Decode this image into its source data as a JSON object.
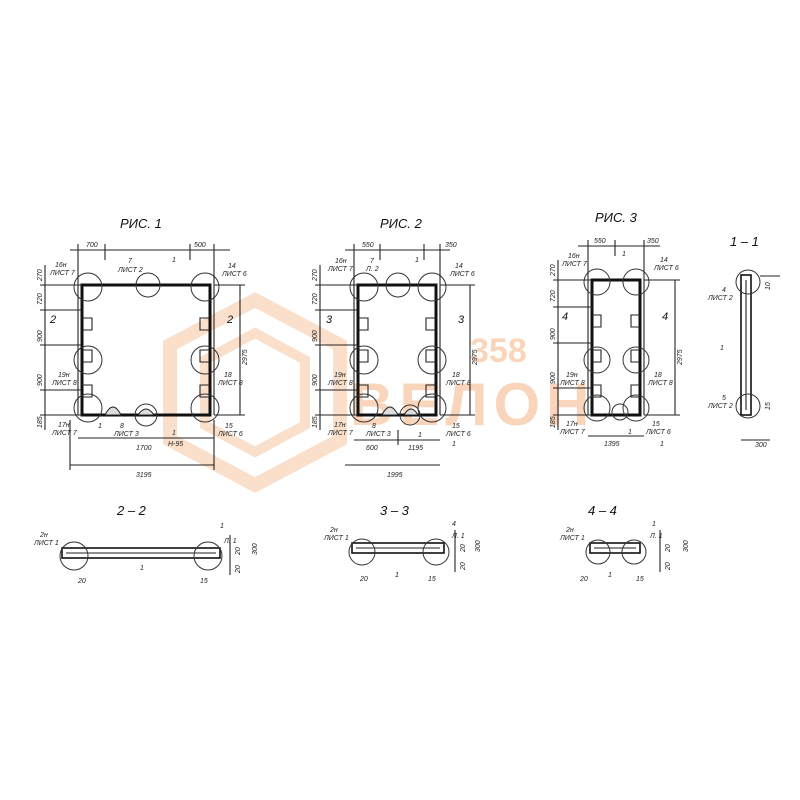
{
  "watermark": {
    "number": "358",
    "word": "ВЕЛОН",
    "color": "#f2a36b"
  },
  "fig1": {
    "title": "РИС. 1",
    "dims_top": [
      "700",
      "500"
    ],
    "dims_left": [
      "270",
      "720",
      "900",
      "900",
      "185"
    ],
    "dim_right": "2975",
    "dims_bottom": [
      "1700",
      "3195"
    ],
    "marks": [
      "16н",
      "ЛИСТ 7",
      "7",
      "ЛИСТ 2",
      "1",
      "14",
      "ЛИСТ 6",
      "2",
      "2",
      "19н",
      "ЛИСТ 8",
      "18",
      "ЛИСТ 8",
      "17н",
      "ЛИСТ 7",
      "1",
      "8",
      "ЛИСТ 3",
      "15",
      "ЛИСТ 6",
      "1",
      "Н-95"
    ]
  },
  "fig2": {
    "title": "РИС. 2",
    "dims_top": [
      "550",
      "350"
    ],
    "dims_left": [
      "270",
      "720",
      "900",
      "900",
      "185"
    ],
    "dim_right": "2975",
    "dims_bottom": [
      "600",
      "1195",
      "1995"
    ],
    "marks": [
      "16н",
      "ЛИСТ 7",
      "7",
      "Л. 2",
      "1",
      "14",
      "ЛИСТ 6",
      "3",
      "3",
      "19н",
      "ЛИСТ 8",
      "18",
      "ЛИСТ 8",
      "17н",
      "ЛИСТ 7",
      "8",
      "ЛИСТ 3",
      "15",
      "ЛИСТ 6",
      "1",
      "1"
    ]
  },
  "fig3": {
    "title": "РИС. 3",
    "dims_top": [
      "550",
      "350"
    ],
    "dims_left": [
      "270",
      "720",
      "900",
      "900",
      "185"
    ],
    "dim_right": "2975",
    "dims_bottom": [
      "1395"
    ],
    "marks": [
      "16н",
      "ЛИСТ 7",
      "1",
      "14",
      "ЛИСТ 6",
      "4",
      "4",
      "19н",
      "ЛИСТ 8",
      "18",
      "ЛИСТ 8",
      "17н",
      "ЛИСТ 7",
      "15",
      "ЛИСТ 6",
      "1",
      "1"
    ]
  },
  "sec11": {
    "title": "1 – 1",
    "marks": [
      "4",
      "ЛИСТ 2",
      "10",
      "1",
      "5",
      "ЛИСТ 2",
      "15"
    ],
    "dim": "300"
  },
  "sec22": {
    "title": "2 – 2",
    "marks": [
      "2н",
      "ЛИСТ 1",
      "1",
      "Л. 1",
      "300",
      "20",
      "20",
      "20",
      "15",
      "1"
    ]
  },
  "sec33": {
    "title": "3 – 3",
    "marks": [
      "2н",
      "ЛИСТ 1",
      "4",
      "Л. 1",
      "300",
      "20",
      "20",
      "20",
      "15",
      "1"
    ]
  },
  "sec44": {
    "title": "4 – 4",
    "marks": [
      "2н",
      "ЛИСТ 1",
      "1",
      "Л. 1",
      "300",
      "20",
      "20",
      "20",
      "15",
      "1"
    ]
  }
}
